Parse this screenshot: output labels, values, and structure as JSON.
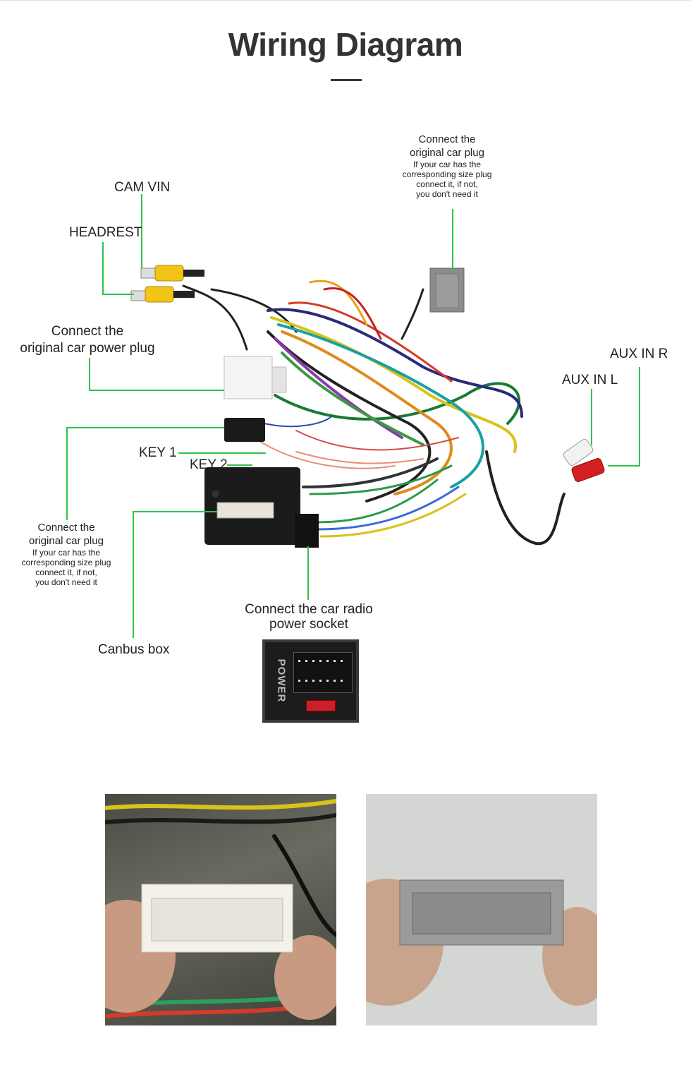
{
  "title": "Wiring Diagram",
  "labels": {
    "cam_vin": "CAM VIN",
    "headrest": "HEADREST",
    "power_plug_line1": "Connect the",
    "power_plug_line2": "original car power plug",
    "top_plug_line1": "Connect the",
    "top_plug_line2": "original car plug",
    "top_plug_note1": "If your car has the",
    "top_plug_note2": "corresponding size plug",
    "top_plug_note3": "connect it, if not,",
    "top_plug_note4": "you don't need it",
    "left_plug_line1": "Connect the",
    "left_plug_line2": "original car plug",
    "left_plug_note1": "If your car has the",
    "left_plug_note2": "corresponding size plug",
    "left_plug_note3": "connect it, if not,",
    "left_plug_note4": "you don't need it",
    "key1": "KEY 1",
    "key2": "KEY 2",
    "aux_in_r": "AUX IN R",
    "aux_in_l": "AUX IN L",
    "radio_socket_line1": "Connect the car radio",
    "radio_socket_line2": "power socket",
    "canbus_box": "Canbus box",
    "power_label": "POWER"
  },
  "colors": {
    "leader_line": "#2fc44a",
    "title": "#333333"
  }
}
